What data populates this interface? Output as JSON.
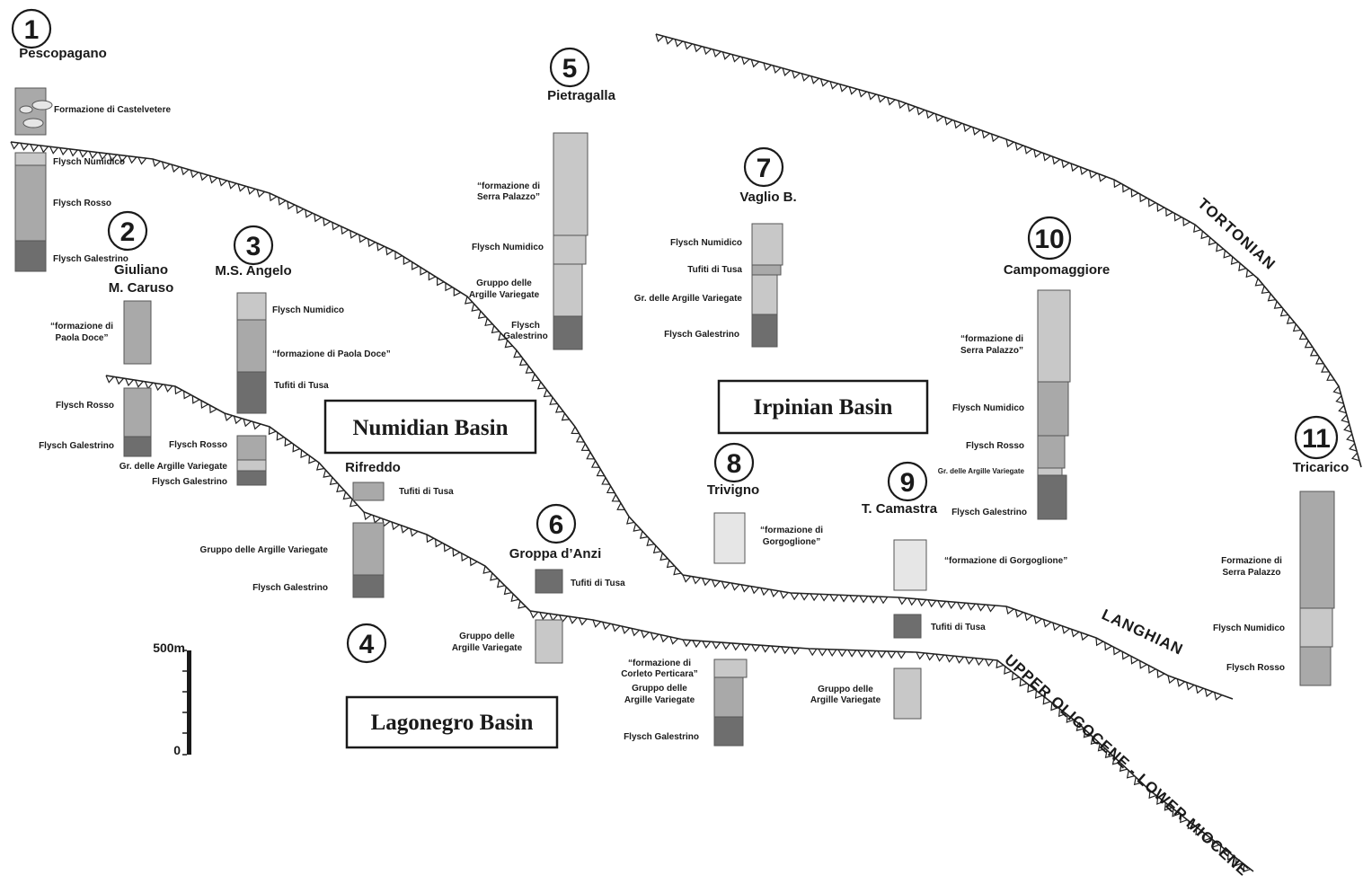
{
  "sections": {
    "s1": {
      "num": "1",
      "name": "Pescopagano"
    },
    "s2": {
      "num": "2",
      "name": "Giuliano",
      "name2": "M. Caruso"
    },
    "s3": {
      "num": "3",
      "name": "M.S. Angelo"
    },
    "s4": {
      "num": "4",
      "name": "Rifreddo"
    },
    "s5": {
      "num": "5",
      "name": "Pietragalla"
    },
    "s6": {
      "num": "6",
      "name": "Groppa d’Anzi"
    },
    "s7": {
      "num": "7",
      "name": "Vaglio B."
    },
    "s8": {
      "num": "8",
      "name": "Trivigno"
    },
    "s9": {
      "num": "9",
      "name": "T. Camastra"
    },
    "s10": {
      "num": "10",
      "name": "Campomaggiore"
    },
    "s11": {
      "num": "11",
      "name": "Tricarico"
    }
  },
  "labels": {
    "s1_castelvetere": "Formazione di Castelvetere",
    "s1_numidico": "Flysch Numidico",
    "s1_rosso": "Flysch Rosso",
    "s1_galestrino": "Flysch Galestrino",
    "s2_paola_1": "“formazione di",
    "s2_paola_2": "Paola Doce”",
    "s2_rosso": "Flysch Rosso",
    "s2_galestrino": "Flysch Galestrino",
    "s3_numidico": "Flysch Numidico",
    "s3_paola": "“formazione di Paola Doce”",
    "s3_tusa": "Tufiti di Tusa",
    "s3_rosso": "Flysch Rosso",
    "s3_argille": "Gr. delle Argille Variegate",
    "s3_galestrino": "Flysch Galestrino",
    "s4_tusa": "Tufiti di Tusa",
    "s4_argille": "Gruppo delle Argille Variegate",
    "s4_galestrino": "Flysch Galestrino",
    "s5_serra_1": "“formazione di",
    "s5_serra_2": "Serra Palazzo”",
    "s5_numidico": "Flysch Numidico",
    "s5_argille_1": "Gruppo delle",
    "s5_argille_2": "Argille Variegate",
    "s5_galestrino_1": "Flysch",
    "s5_galestrino_2": "Galestrino",
    "s6_tusa": "Tufiti di Tusa",
    "s6_argille_1": "Gruppo delle",
    "s6_argille_2": "Argille Variegate",
    "s6_corleto_1": "“formazione di",
    "s6_corleto_2": "Corleto Perticara”",
    "s6_argille2_1": "Gruppo delle",
    "s6_argille2_2": "Argille Variegate",
    "s6_galestrino": "Flysch Galestrino",
    "s7_numidico": "Flysch Numidico",
    "s7_tusa": "Tufiti di Tusa",
    "s7_argille": "Gr. delle Argille Variegate",
    "s7_galestrino": "Flysch Galestrino",
    "s8_gorgoglione_1": "“formazione di",
    "s8_gorgoglione_2": "Gorgoglione”",
    "s9_gorgoglione": "“formazione di Gorgoglione”",
    "s9_tusa": "Tufiti di Tusa",
    "s9_argille_1": "Gruppo delle",
    "s9_argille_2": "Argille Variegate",
    "s10_serra_1": "“formazione di",
    "s10_serra_2": "Serra Palazzo”",
    "s10_numidico": "Flysch Numidico",
    "s10_rosso": "Flysch Rosso",
    "s10_argille": "Gr. delle Argille Variegate",
    "s10_galestrino": "Flysch Galestrino",
    "s11_serra_1": "Formazione di",
    "s11_serra_2": "Serra Palazzo",
    "s11_numidico": "Flysch Numidico",
    "s11_rosso": "Flysch Rosso"
  },
  "basins": {
    "numidian": "Numidian Basin",
    "irpinian": "Irpinian Basin",
    "lagonegro": "Lagonegro Basin"
  },
  "boundaries": {
    "tortonian": "TORTONIAN",
    "langhian": "LANGHIAN",
    "oligo_miocene": "UPPER OLIGOCENE - LOWER MIOCENE"
  },
  "scale_bar": {
    "top": "500m",
    "bottom": "0"
  },
  "colors": {
    "light": "#e6e6e6",
    "medium_light": "#c8c8c8",
    "medium": "#a9a9a9",
    "dark": "#6e6e6e"
  }
}
